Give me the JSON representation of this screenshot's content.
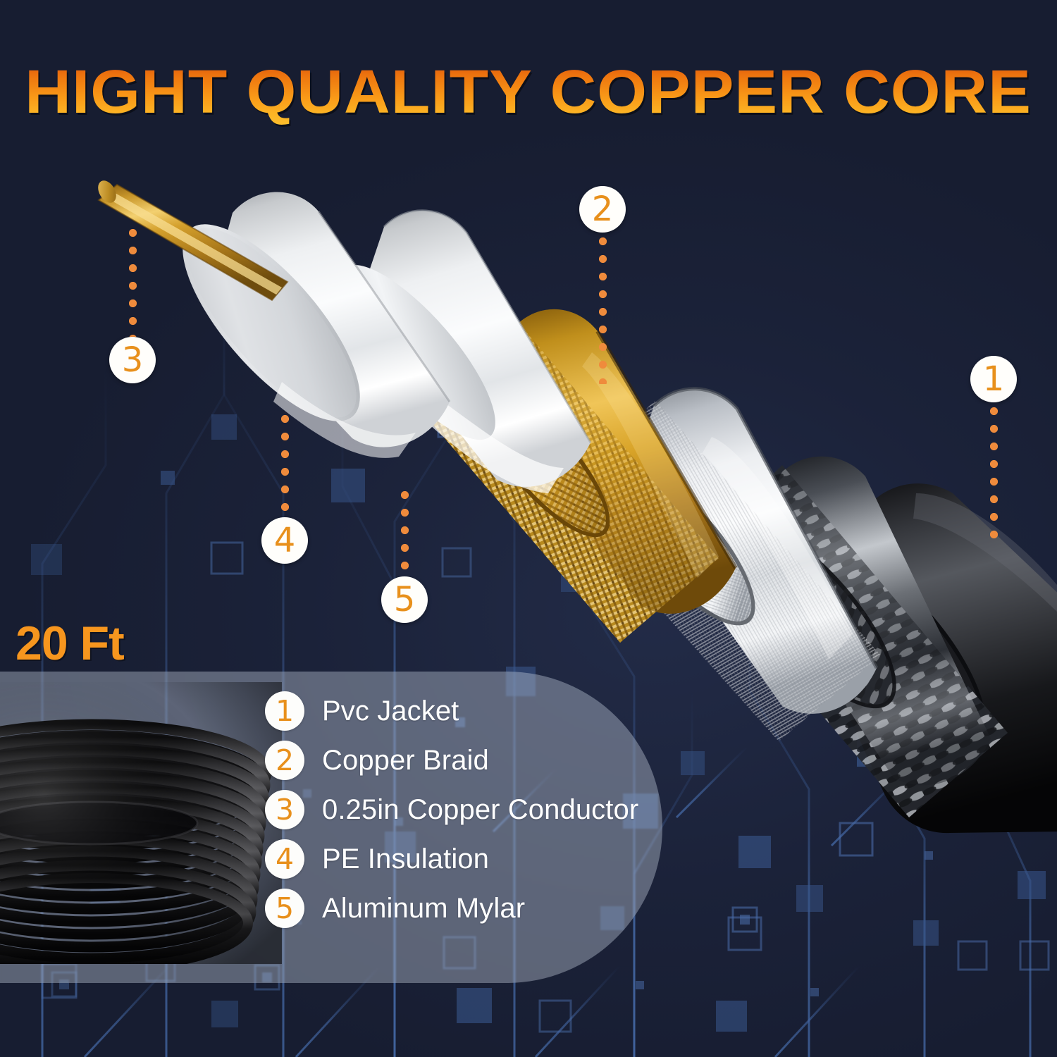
{
  "header": {
    "title": "HIGHT QUALITY COPPER CORE",
    "title_gradient_top": "#e0550a",
    "title_gradient_bottom": "#fdbe2c"
  },
  "length_badge": {
    "label": "20 Ft",
    "color": "#f7961e"
  },
  "colors": {
    "background": "#1a2138",
    "circuit_line": "#3f629e",
    "accent_orange": "#e8901c",
    "marker_bg": "#fffefb",
    "panel": "rgba(196,204,220,0.40)",
    "copper": "#c8901f",
    "insulation": "#e8e9eb",
    "mylar": "#c9ccd0",
    "jacket": "#16161a"
  },
  "legend": {
    "items": [
      {
        "num": "1",
        "label": "Pvc Jacket"
      },
      {
        "num": "2",
        "label": "Copper Braid"
      },
      {
        "num": "3",
        "label": "0.25in Copper Conductor"
      },
      {
        "num": "4",
        "label": "PE Insulation"
      },
      {
        "num": "5",
        "label": "Aluminum Mylar"
      }
    ]
  },
  "callouts": [
    {
      "num": "1",
      "target": "Pvc Jacket"
    },
    {
      "num": "2",
      "target": "Copper Braid"
    },
    {
      "num": "3",
      "target": "0.25in Copper Conductor"
    },
    {
      "num": "4",
      "target": "PE Insulation"
    },
    {
      "num": "5",
      "target": "Aluminum Mylar"
    }
  ],
  "product": {
    "type": "coaxial-cable-cutaway",
    "layers": [
      "Copper Conductor",
      "PE Insulation",
      "Aluminum Mylar",
      "Copper Braid",
      "Braid Shield",
      "Pvc Jacket"
    ]
  }
}
